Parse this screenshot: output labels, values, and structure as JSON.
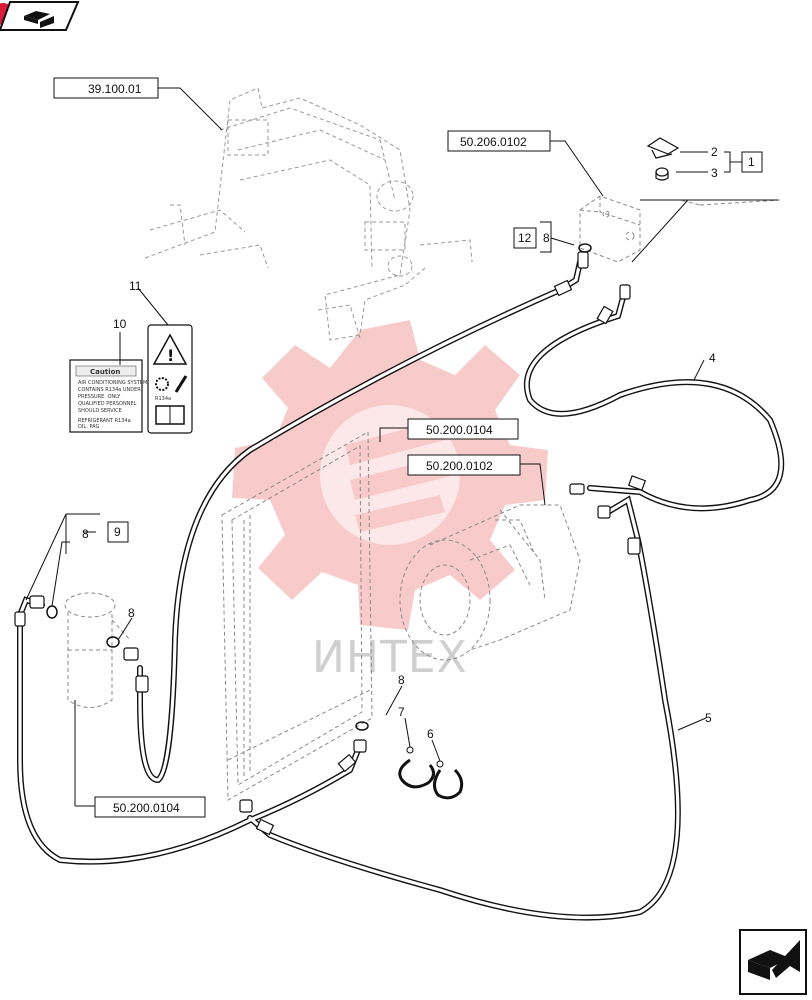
{
  "refs": {
    "r1": "39.100.01",
    "r2": "50.206.0102",
    "r3": "50.200.0104",
    "r4": "50.200.0102",
    "r5": "50.200.0104"
  },
  "boxed": {
    "b1": "1",
    "b9": "9",
    "b12": "12"
  },
  "callouts": {
    "n2": "2",
    "n3": "3",
    "n4": "4",
    "n5": "5",
    "n6": "6",
    "n7": "7",
    "n8a": "8",
    "n8b": "8",
    "n8c": "8",
    "n8d": "8",
    "n10": "10",
    "n11": "11"
  },
  "decals": {
    "caution_title": "Caution",
    "caution_lines": [
      "AIR CONDITIONING SYSTEM",
      "CONTAINS R134a UNDER",
      "PRESSURE. ONLY",
      "QUALIFIED PERSONNEL",
      "SHOULD SERVICE"
    ],
    "caution_footer": [
      "REFRIGERANT R134a",
      "OIL: PAG"
    ],
    "warn_code": "R134a"
  },
  "watermark": {
    "text": "ИНТЕХ",
    "color": "#e83a3a"
  },
  "icons": {
    "top_left": "book-arrow-icon",
    "bottom_right": "next-page-arrow-icon"
  }
}
